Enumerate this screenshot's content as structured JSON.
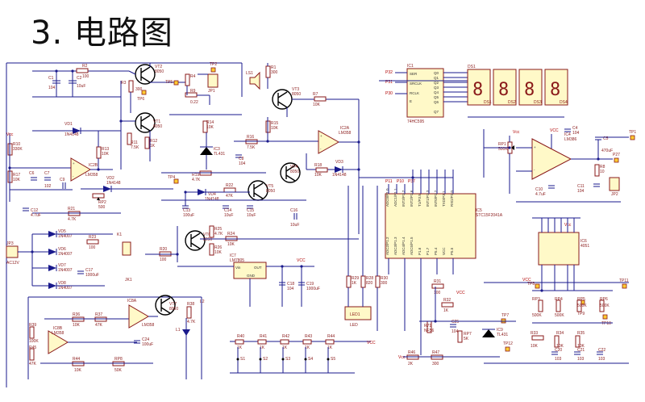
{
  "title": "3. 电路图",
  "labels": {
    "R2": "R2",
    "R2v": "100",
    "C1": "C1",
    "C1v": "104",
    "C2": "C2",
    "C2v": "10uF",
    "VT2": "VT2",
    "VT2v": "8050",
    "R3": "R3",
    "R3v": "300",
    "TP6": "TP6",
    "TP5": "TP5",
    "TP2": "TP2",
    "JP1": "JP1",
    "R4": "R4",
    "R9": "R9",
    "R9v": "0.22",
    "R1": "R1",
    "R1v": "300",
    "LS1": "LS1",
    "VT3": "VT3",
    "R7": "R7",
    "R7v": "10K",
    "VT1": "VT1",
    "VT1v": "8050",
    "VD1": "VD1",
    "VD1v": "1N4148",
    "R10": "R10",
    "R10v": "330K",
    "R13": "R13",
    "R13v": "10K",
    "IC2B": "IC2B",
    "IC2Bv": "LM358",
    "R17": "R17",
    "R17v": "10K",
    "C6": "C6",
    "C7": "C7",
    "C7v": "102",
    "C9": "C9",
    "VD2": "VD2",
    "VD2v": "1N4148",
    "RP2": "RP2",
    "RP2v": "500",
    "R21": "R21",
    "R21v": "4.7K",
    "C12": "C12",
    "C12v": "4.7uF",
    "R14": "R14",
    "R14v": "10K",
    "R11": "R11",
    "R11v": "7.5K",
    "R12": "R12",
    "R12v": "1K",
    "IC3": "IC3",
    "IC3v": "TL431",
    "C8": "C8",
    "C8v": "104",
    "R19": "R19",
    "R19v": "4.7K",
    "R16": "R16",
    "R16v": "7.5K",
    "R15": "R15",
    "R15v": "10K",
    "IC2A": "IC2A",
    "IC2Av": "LM358",
    "VT4": "VT4",
    "VT4v": "8050",
    "R18": "R18",
    "R18v": "10K",
    "VD3": "VD3",
    "VD3v": "1N4148",
    "VD4": "VD4",
    "VD4v": "1N4148",
    "R22": "R22",
    "R22v": "47K",
    "VT5": "VT5",
    "VT5v": "8050",
    "C13": "C13",
    "C13v": "100uF",
    "C14": "C14",
    "C14v": "10uF",
    "C15": "C15",
    "C15v": "10uF",
    "C16": "C16",
    "VD5": "VD5",
    "VD5v": "1N4007",
    "VD6": "VD6",
    "VD6v": "1N4007",
    "VD7": "VD7",
    "VD7v": "1N4007",
    "VD8": "VD8",
    "VD8v": "1N4007",
    "JP3": "JP3",
    "JP3v": "AC12V",
    "R23": "R23",
    "R23v": "100",
    "K1": "K1",
    "C17": "C17",
    "C17v": "1000uF",
    "R20": "R20",
    "R20v": "100",
    "JK1": "JK1",
    "VT6": "VT6",
    "VT6v": "8050",
    "R25": "R25",
    "R25v": "4.7K",
    "R24": "R24",
    "R24v": "10K",
    "R26": "R26",
    "R26v": "10K",
    "IC7": "IC7",
    "IC7v": "LM7805",
    "Vin": "Vin",
    "OUT": "OUT",
    "GND": "GND",
    "C18": "C18",
    "C18v": "104",
    "C19": "C19",
    "C19v": "1000uF",
    "VCC": "VCC",
    "R36": "R36",
    "R36v": "10K",
    "R37": "R37",
    "R37v": "47K",
    "IC8A": "IC8A",
    "IC8Av": "LM358",
    "IC8B": "IC8B",
    "IC8Bv": "LM358",
    "VT7": "VT7",
    "VT7v": "8050",
    "R38": "R38",
    "R38v": "4.7K",
    "L2": "L2",
    "L1": "L1",
    "R39": "R39",
    "R39v": "100K",
    "R45": "R45",
    "R45v": "47K",
    "C24": "C24",
    "C24v": "100uF",
    "R44": "R44",
    "R44v": "10K",
    "RP8": "RP8",
    "RP8v": "50K",
    "R40": "R40",
    "R41": "R41",
    "R42": "R42",
    "R43": "R43",
    "R44b": "R44",
    "R1k": "1K",
    "S1": "S1",
    "S2": "S2",
    "S3": "S3",
    "S4": "S4",
    "S5": "S5",
    "R29": "R29",
    "R29v": "1K",
    "R28": "R28",
    "R28v": "820",
    "R30": "R30",
    "R30v": "300",
    "LED1": "LED1",
    "LED1v": "LED",
    "IC5": "IC5",
    "IC5v": "STC15F2041A",
    "ADC0P10": "ADC0/P1.0",
    "ADC1P11": "ADC1/P1.1",
    "ADC2P12": "ADC2/P1.2",
    "ADC3P13": "ADC3/P1.3",
    "ADC4P14": "ADC4/P1.4",
    "ADC5P15": "ADC5/P1.5",
    "INT2P36": "INT2/P3.6",
    "INT3P37": "INT3/P3.7",
    "T1P35": "T1/P3.5",
    "INT1P33": "INT1/P3.3",
    "INT0P32": "INT0/P3.2",
    "TXDP31": "TXD/P3.1",
    "RXDP30": "RXD/P3.0",
    "P54": "P5.4",
    "VCCpin": "VCC",
    "P55": "P5.5",
    "P17": "P1.7",
    "P16": "P1.6",
    "IC1": "IC1",
    "IC1v": "74HC595",
    "SER": "SER",
    "SRCLK": "SRCLK",
    "RCLK": "RCLK",
    "E": "E",
    "P32": "P32",
    "P31": "P31",
    "P30": "P30",
    "DS1": "DS1",
    "DS2": "DS2",
    "DS3": "DS3",
    "DS4": "DS4",
    "RP1": "RP1",
    "RP1v": "500K",
    "IC4": "IC4",
    "IC4v": "LM386",
    "C4": "C4",
    "C4v": "104",
    "C5": "C5",
    "C5v": "470uF",
    "TP1": "TP1",
    "C10": "C10",
    "C10v": "4.7uF",
    "C11": "C11",
    "C11v": "104",
    "R8": "R8",
    "R8v": "10",
    "JP2": "JP2",
    "P27": "P27",
    "IC6": "IC6",
    "IC6v": "4051",
    "R31": "R31",
    "R31v": "100",
    "R32": "R32",
    "R32v": "1K",
    "R71": "R71",
    "R71v": "NF56",
    "C25": "C25",
    "C25v": "104",
    "RP7": "RP7",
    "RP7v": "5K",
    "IC9": "IC9",
    "IC9v": "TL431",
    "TP7": "TP7",
    "TP12": "TP12",
    "R46": "R46",
    "R46v": "2K",
    "R47": "R47",
    "R47v": "300",
    "TP8": "TP8",
    "TP9": "TP9",
    "TP10": "TP10",
    "TP11": "TP11",
    "RP3": "RP3",
    "RP4": "RP4",
    "RP5": "RP5",
    "RP6": "RP6",
    "RP6v": "500K",
    "RPv": "500K",
    "R33": "R33",
    "R34": "R34",
    "R35": "R35",
    "R10K": "10K",
    "C20": "C20",
    "C21": "C21",
    "C22": "C22",
    "C103": "103",
    "Vcc": "Vcc",
    "P10": "P10",
    "P11": "P11",
    "P37": "P37"
  }
}
